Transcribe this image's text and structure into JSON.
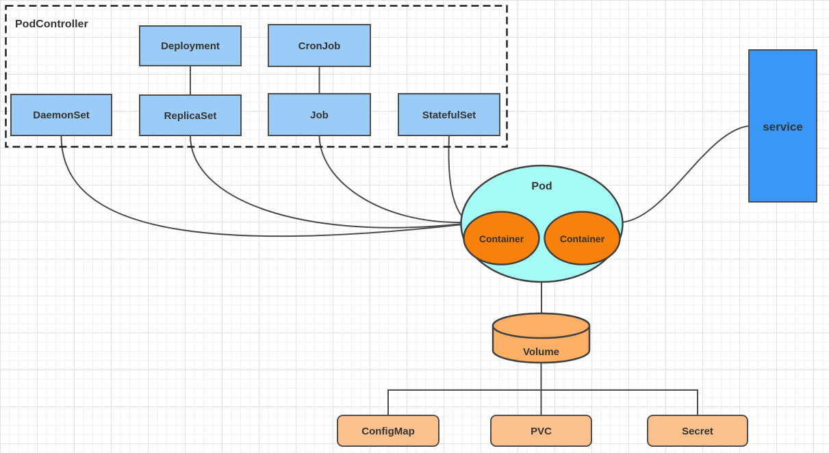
{
  "colors": {
    "controller_fill": "#9BCBF7",
    "service_fill": "#3A96F8",
    "pod_fill": "#A6FAF6",
    "container_fill": "#F6820C",
    "volume_fill": "#FBB065",
    "storage_fill": "#FAC08E",
    "node_stroke": "#4D4D4D",
    "edge_stroke": "#4A4A4A",
    "label_color": "#333333"
  },
  "pod_controller_group": {
    "label": "PodController"
  },
  "controllers": {
    "daemonset": {
      "label": "DaemonSet"
    },
    "deployment": {
      "label": "Deployment"
    },
    "replicaset": {
      "label": "ReplicaSet"
    },
    "cronjob": {
      "label": "CronJob"
    },
    "job": {
      "label": "Job"
    },
    "statefulset": {
      "label": "StatefulSet"
    }
  },
  "pod": {
    "label": "Pod",
    "containers": [
      {
        "label": "Container"
      },
      {
        "label": "Container"
      }
    ]
  },
  "service": {
    "label": "service"
  },
  "volume": {
    "label": "Volume"
  },
  "storage": {
    "configmap": {
      "label": "ConfigMap"
    },
    "pvc": {
      "label": "PVC"
    },
    "secret": {
      "label": "Secret"
    }
  }
}
